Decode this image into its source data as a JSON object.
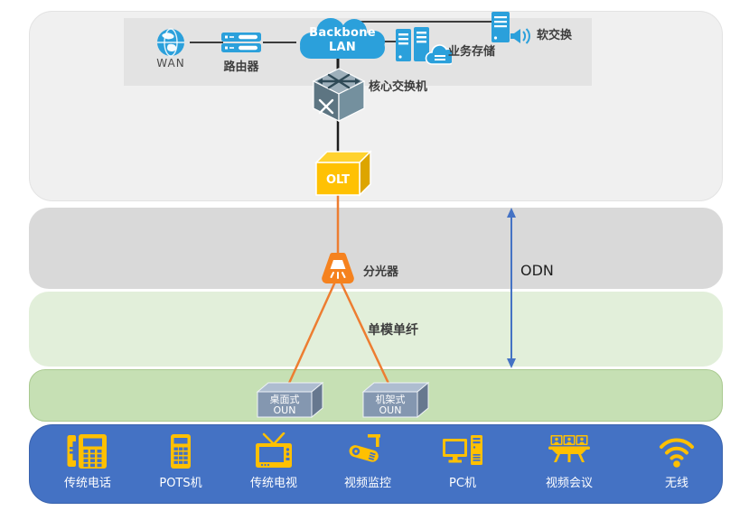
{
  "backbone_section": {
    "wan": {
      "icon": "globe-icon",
      "label": "WAN"
    },
    "router": {
      "icon": "router-icon",
      "label": "路由器"
    },
    "backbone_cloud": {
      "icon": "cloud-icon",
      "line1": "Backbone",
      "line2": "LAN"
    },
    "storage": {
      "icon": "server-cloud-icon",
      "label": "业务存储"
    },
    "softswitch": {
      "icon": "server-speaker-icon",
      "label": "软交换"
    },
    "core_switch": {
      "icon": "switch-cube-icon",
      "label": "核心交换机"
    },
    "olt": {
      "icon": "olt-cube-icon",
      "label": "OLT"
    }
  },
  "odn_section": {
    "splitter": {
      "icon": "optical-splitter-icon",
      "label": "分光器"
    },
    "odn_range_label": "ODN",
    "fiber_label": "单模单纤"
  },
  "onu_section": {
    "desktop_onu": {
      "icon": "onu-box-icon",
      "line1": "桌面式",
      "line2": "OUN"
    },
    "rack_onu": {
      "icon": "onu-box-icon",
      "line1": "机架式",
      "line2": "OUN"
    }
  },
  "terminal_section": {
    "items": [
      {
        "icon": "desk-phone-icon",
        "label": "传统电话"
      },
      {
        "icon": "pots-phone-icon",
        "label": "POTS机"
      },
      {
        "icon": "tv-icon",
        "label": "传统电视"
      },
      {
        "icon": "cctv-camera-icon",
        "label": "视频监控"
      },
      {
        "icon": "pc-icon",
        "label": "PC机"
      },
      {
        "icon": "video-conference-icon",
        "label": "视频会议"
      },
      {
        "icon": "wifi-icon",
        "label": "无线"
      }
    ]
  },
  "colors": {
    "band_backbone": "#f0f0f0",
    "inner_panel": "#e3e3e3",
    "band_odn": "#d9d9d9",
    "band_fiber": "#e2efda",
    "band_onu": "#c6e0b4",
    "band_terminal": "#4472c4",
    "device_blue": "#2ba0db",
    "olt_yellow": "#ffc103",
    "splitter_orange": "#f5821f",
    "fiber_line_orange": "#ed7d31",
    "onu_box_slate": "#8497b0",
    "terminal_icon_yellow": "#ffc000",
    "odn_arrow_blue": "#4472c4",
    "connector_black": "#3c3c3c"
  }
}
